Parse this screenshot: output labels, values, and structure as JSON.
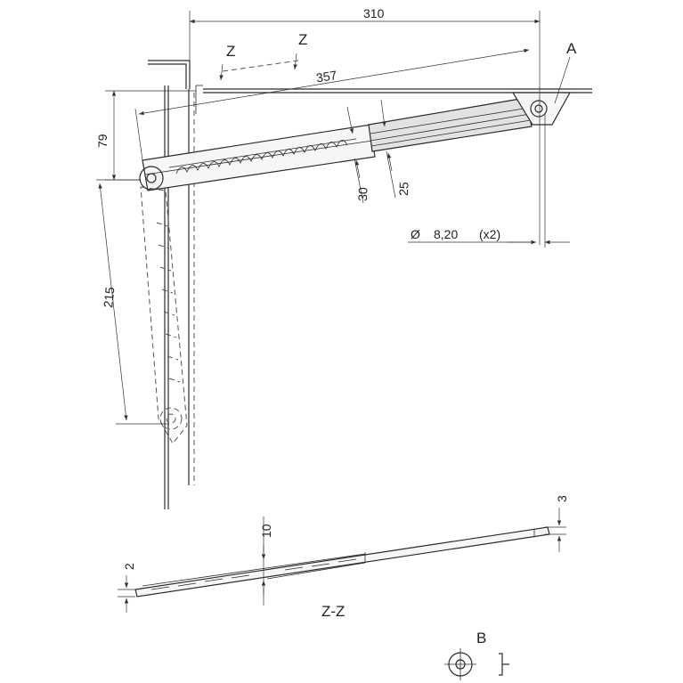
{
  "labels": {
    "width_overall": "310",
    "arm_length": "357",
    "section_mark_left": "Z",
    "section_mark_right": "Z",
    "detail_a": "A",
    "height": "79",
    "drop_length": "215",
    "arm_thickness": "30",
    "slider_thickness": "25",
    "hole_diameter_symbol": "Ø",
    "hole_diameter": "8,20",
    "hole_count": "(x2)",
    "section_plate_thickness": "2",
    "section_width": "10",
    "section_end_thickness": "3",
    "section_title": "Z-Z",
    "detail_b": "B"
  }
}
